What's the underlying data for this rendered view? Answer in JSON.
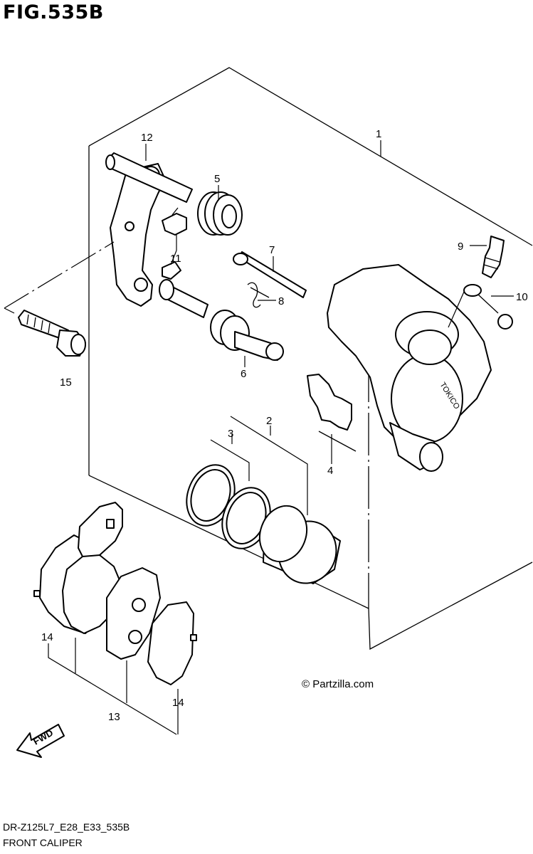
{
  "figure_title": "FIG.535B",
  "callouts": {
    "c1": "1",
    "c2": "2",
    "c3": "3",
    "c4": "4",
    "c5": "5",
    "c6": "6",
    "c7": "7",
    "c8": "8",
    "c9": "9",
    "c10": "10",
    "c11": "11",
    "c12": "12",
    "c13": "13",
    "c14a": "14",
    "c14b": "14",
    "c15": "15"
  },
  "direction_label": "FWD",
  "caliper_brand": "TOKICO",
  "watermark": "© Partzilla.com",
  "footer": {
    "code": "DR-Z125L7_E28_E33_535B",
    "name": "FRONT CALIPER"
  }
}
